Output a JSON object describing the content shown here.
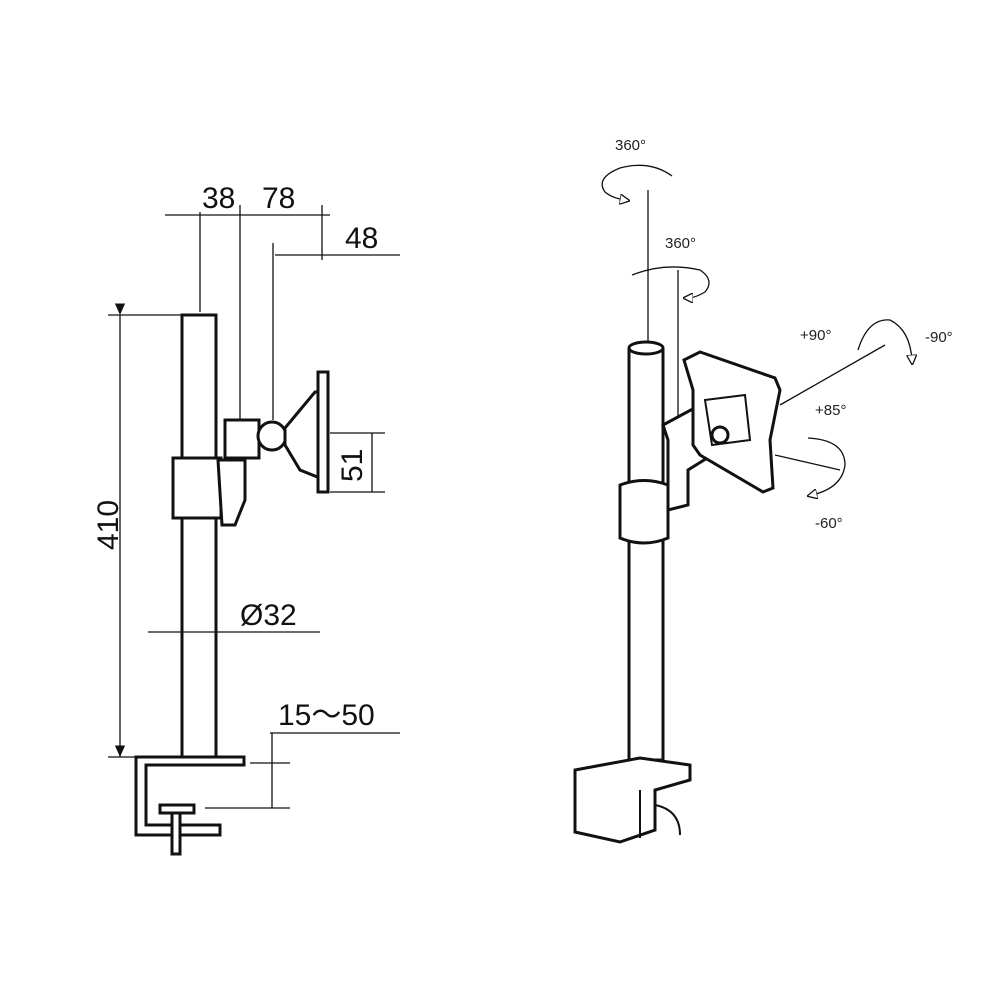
{
  "left_drawing": {
    "dimensions": {
      "arm_offset": "38",
      "head_offset": "78",
      "plate_depth": "48",
      "height": "410",
      "plate_height": "51",
      "pole_diameter": "Ø32",
      "clamp_range": "15～50"
    }
  },
  "right_drawing": {
    "rotations": {
      "pole_swivel": "360°",
      "arm_swivel": "360°",
      "rotate_plus": "+90°",
      "rotate_minus": "-90°",
      "tilt_up": "+85°",
      "tilt_down": "-60°"
    }
  },
  "colors": {
    "line": "#111111",
    "background": "#ffffff"
  }
}
